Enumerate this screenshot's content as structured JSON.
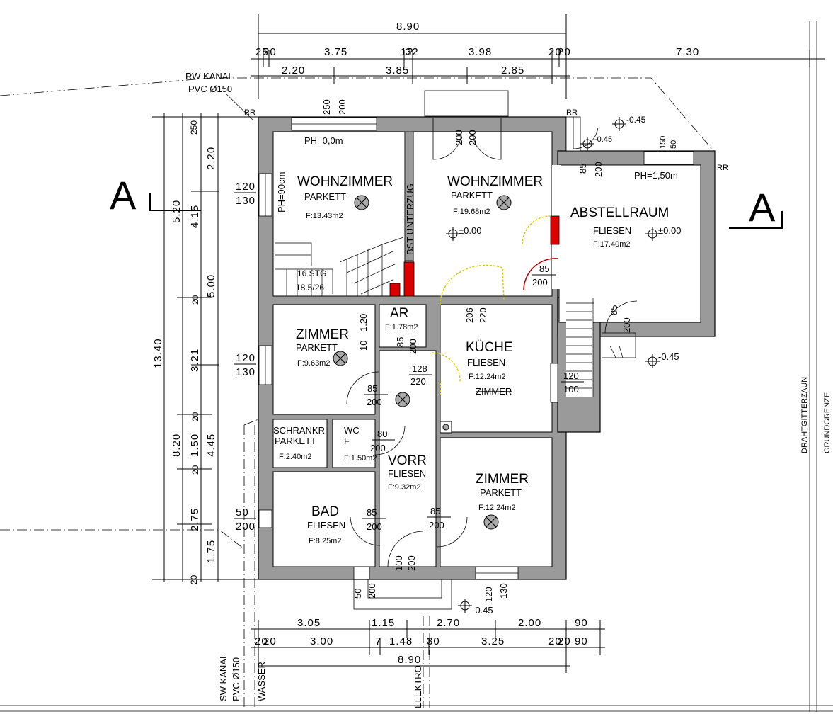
{
  "section_labels": {
    "left": "A",
    "right": "A"
  },
  "top_dims": {
    "total": "8.90",
    "row1": [
      "25",
      "20",
      "3.75",
      "12",
      "32",
      "3.98",
      "20",
      "20",
      "7.30"
    ],
    "row2": [
      "2.20",
      "3.85",
      "2.85"
    ],
    "window_top": [
      "250",
      "200"
    ],
    "door_top": [
      "200",
      "200"
    ]
  },
  "left_dims": {
    "total": "13.40",
    "col_a": [
      "5.20",
      "8.20"
    ],
    "col_b": [
      "2.20",
      "4.15",
      "5.00",
      "3.21",
      "1.50",
      "4.45",
      "2.75",
      "1.75"
    ],
    "col_small": [
      "250",
      "20",
      "20",
      "20",
      "20"
    ],
    "windows": [
      {
        "top": "120",
        "bottom": "130"
      },
      {
        "top": "120",
        "bottom": "130"
      },
      {
        "top": "50",
        "bottom": "200"
      }
    ]
  },
  "bottom_dims": {
    "row1": [
      "3.05",
      "1.15",
      "2.70",
      "2.00",
      "90"
    ],
    "row2": [
      "20",
      "20",
      "3.00",
      "7",
      "1.48",
      "30",
      "3.25",
      "20",
      "20",
      "90"
    ],
    "total": "8.90"
  },
  "rooms": {
    "wohn1": {
      "name": "WOHNZIMMER",
      "floor": "PARKETT",
      "area": "F:13.43m2"
    },
    "wohn2": {
      "name": "WOHNZIMMER",
      "floor": "PARKETT",
      "area": "F:19.68m2"
    },
    "abstell": {
      "name": "ABSTELLRAUM",
      "floor": "FLIESEN",
      "area": "F:17.40m2"
    },
    "zimmer1": {
      "name": "ZIMMER",
      "floor": "PARKETT",
      "area": "F:9.63m2"
    },
    "ar": {
      "name": "AR",
      "area": "F:1.78m2"
    },
    "kueche": {
      "name": "KÜCHE",
      "floor": "FLIESEN",
      "area": "F:12.24m2",
      "struck": "ZIMMER"
    },
    "schrank": {
      "name": "SCHRANKR",
      "floor": "PARKETT",
      "area": "F:2.40m2"
    },
    "wc": {
      "name": "WC",
      "floor": "F",
      "area": "F:1.50m2"
    },
    "vorr": {
      "name": "VORR",
      "floor": "FLIESEN",
      "area": "F:9.32m2"
    },
    "zimmer2": {
      "name": "ZIMMER",
      "floor": "PARKETT",
      "area": "F:12.24m2"
    },
    "bad": {
      "name": "BAD",
      "floor": "FLIESEN",
      "area": "F:8.25m2"
    }
  },
  "annotations": {
    "rw_kanal": "RW KANAL",
    "rw_pvc": "PVC Ø150",
    "rr": "RR",
    "ph0": "PH=0,0m",
    "ph90": "PH=90cm",
    "ph150": "PH=1,50m",
    "level0": "±0.00",
    "level_m045": "-0.45",
    "stairs1": "16 STG",
    "stairs2": "18.5/26",
    "bst": "BST UNTERZUG",
    "sw_kanal": "SW KANAL",
    "sw_pvc": "PVC Ø150",
    "wasser": "WASSER",
    "elektro": "ELEKTRO",
    "draht": "DRAHTGITTERZAUN",
    "grenze": "GRUNDGRENZE"
  },
  "door_labels": {
    "d_abst_w": "85",
    "d_abst_h": "200",
    "d_ost_w": "85",
    "d_ost_h": "200",
    "d_wohn_w": "206",
    "d_wohn_h": "220",
    "d_ar_w": "85",
    "d_ar_h": "200",
    "d_kueche_w": "128",
    "d_kueche_h": "220",
    "d_z1_w": "85",
    "d_z1_h": "200",
    "d_wc_w": "80",
    "d_wc_h": "200",
    "d_bad_w": "85",
    "d_bad_h": "200",
    "d_z2_w": "85",
    "d_z2_h": "200",
    "d_main_w": "100",
    "d_main_h": "200",
    "sm_10": "10",
    "sm_120": "1.20",
    "win_k_top": "120",
    "win_k_bot": "100",
    "win_ab_top": "85",
    "win_ab_bot": "200",
    "win_ab2_top": "150",
    "win_ab2_bot": "50",
    "win_b_top": "120",
    "win_b_bot": "130",
    "entry_top": "50",
    "entry_bot": "200"
  }
}
